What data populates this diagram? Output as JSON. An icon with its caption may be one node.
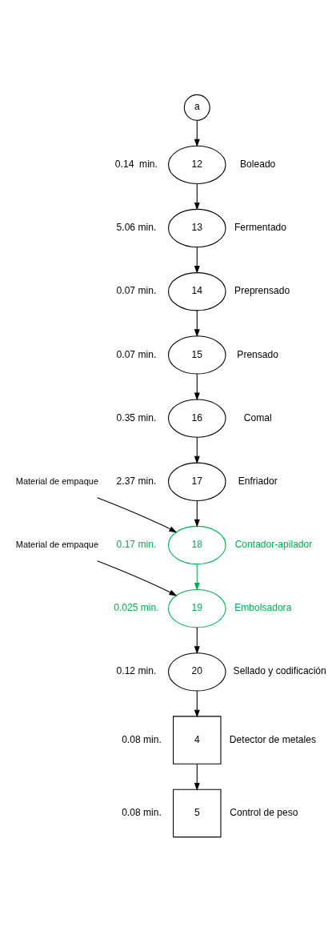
{
  "diagram": {
    "nodes": [
      {
        "text": [
          "a"
        ]
      },
      {
        "text": [
          "12"
        ],
        "beside": [
          "0.14  min.",
          "Boleado"
        ]
      },
      {
        "text": [
          "13"
        ],
        "beside": [
          "5.06 min.",
          "Fermentado"
        ]
      },
      {
        "text": [
          "14"
        ],
        "beside": [
          "0.07 min.",
          "Preprensado"
        ]
      },
      {
        "text": [
          "15"
        ],
        "beside": [
          "0.07 min.",
          "Prensado"
        ]
      },
      {
        "text": [
          "16"
        ],
        "beside": [
          "0.35 min.",
          "Comal"
        ]
      },
      {
        "text": [
          "17"
        ],
        "beside": [
          "2.37 min.",
          "Enfriador"
        ]
      },
      {
        "text": [
          "Material de empaque"
        ]
      },
      {
        "text": [
          "18"
        ],
        "beside": [
          "0.17 min.",
          "Contador-apilador"
        ]
      },
      {
        "text": [
          "Material de empaque"
        ]
      },
      {
        "text": [
          "19"
        ],
        "beside": [
          "0.025 min.",
          "Embolsadora"
        ]
      },
      {
        "text": [
          "20"
        ],
        "beside": [
          "0.12 min.",
          "Sellado y codificación"
        ]
      },
      {
        "text": [
          "4"
        ],
        "beside": [
          "0.08 min.",
          "Detector de metales"
        ]
      },
      {
        "text": [
          "5"
        ],
        "beside": [
          "0.08 min.",
          "Control de peso"
        ]
      }
    ],
    "edges": [
      {
        "from": 0,
        "to": 1,
        "arrow": "to"
      },
      {
        "from": 1,
        "to": 2,
        "arrow": "to"
      },
      {
        "from": 2,
        "to": 3,
        "arrow": "to"
      },
      {
        "from": 3,
        "to": 4,
        "arrow": "to"
      },
      {
        "from": 4,
        "to": 5,
        "arrow": "to"
      },
      {
        "from": 5,
        "to": 6,
        "arrow": "to"
      },
      {
        "from": 6,
        "to": 8,
        "arrow": "to"
      },
      {
        "from": 7,
        "to": 8,
        "arrow": "to"
      },
      {
        "from": 8,
        "to": 10,
        "arrow": "to",
        "color": "#00b050"
      },
      {
        "from": 9,
        "to": 10,
        "arrow": "to"
      },
      {
        "from": 10,
        "to": 11,
        "arrow": "to"
      },
      {
        "from": 11,
        "to": 12,
        "arrow": "to"
      },
      {
        "from": 12,
        "to": 13,
        "arrow": "to"
      }
    ]
  }
}
